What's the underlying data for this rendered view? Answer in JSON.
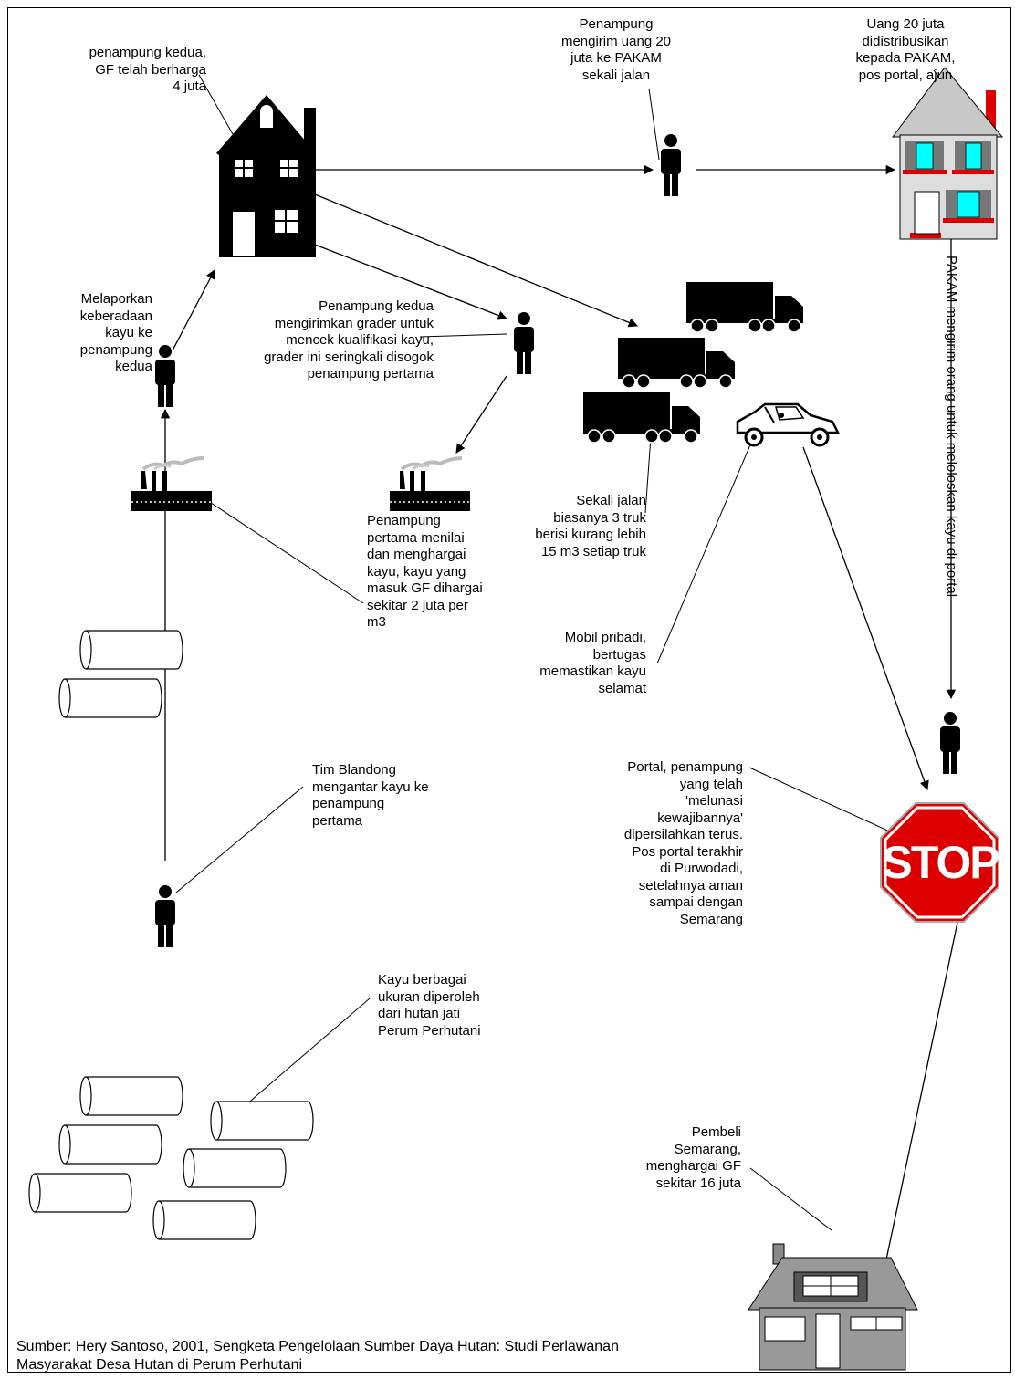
{
  "labels": {
    "penampung_kedua": "penampung kedua,\nGF telah berharga\n4 juta",
    "penampung_kirim": "Penampung\nmengirim uang 20\njuta ke PAKAM\nsekali jalan",
    "uang_20": "Uang 20 juta\ndidistribusikan\nkepada PAKAM,\npos portal, ajun",
    "melaporkan": "Melaporkan\nkeberadaan\nkayu ke\npenampung\nkedua",
    "grader": "Penampung kedua\nmengirimkan grader untuk\nmencek kualifikasi kayu,\ngrader ini seringkali disogok\npenampung pertama",
    "sekali_jalan": "Sekali jalan\nbiasanya 3 truk\nberisi kurang lebih\n15 m3 setiap truk",
    "penampung_pertama": "Penampung\npertama menilai\ndan menghargai\nkayu, kayu yang\nmasuk GF dihargai\nsekitar 2 juta per\nm3",
    "mobil": "Mobil pribadi,\nbertugas\nmemastikan kayu\nselamat",
    "pakam_vertical": "PAKAM mengirim orang untuk meloloskan kayu di portal",
    "portal": "Portal, penampung\nyang telah\n'melunasi\nkewajibannya'\ndipersilahkan terus.\nPos portal terakhir\ndi Purwodadi,\nsetelahnya aman\nsampai dengan\nSemarang",
    "tim_blandong": "Tim Blandong\nmengantar kayu ke\npenampung\npertama",
    "kayu": "Kayu berbagai\nukuran diperoleh\ndari hutan jati\nPerum Perhutani",
    "pembeli": "Pembeli\nSemarang,\nmenghargai GF\nsekitar 16 juta",
    "stop_sign": "STOP",
    "source": "Sumber: Hery Santoso, 2001, Sengketa Pengelolaan Sumber Daya Hutan: Studi Perlawanan\nMasyarakat Desa Hutan di Perum Perhutani"
  },
  "colors": {
    "stop_red": "#dd0000",
    "window_cyan": "#00ffff",
    "house_gray": "#c8c8c8",
    "roof_gray": "#999999",
    "chimney_red": "#dd0000"
  },
  "icons": [
    "dark-house-icon",
    "light-house-icon",
    "small-house-icon",
    "person-icon",
    "factory-icon",
    "truck-icon",
    "car-icon",
    "stop-sign-icon",
    "log-icon"
  ]
}
